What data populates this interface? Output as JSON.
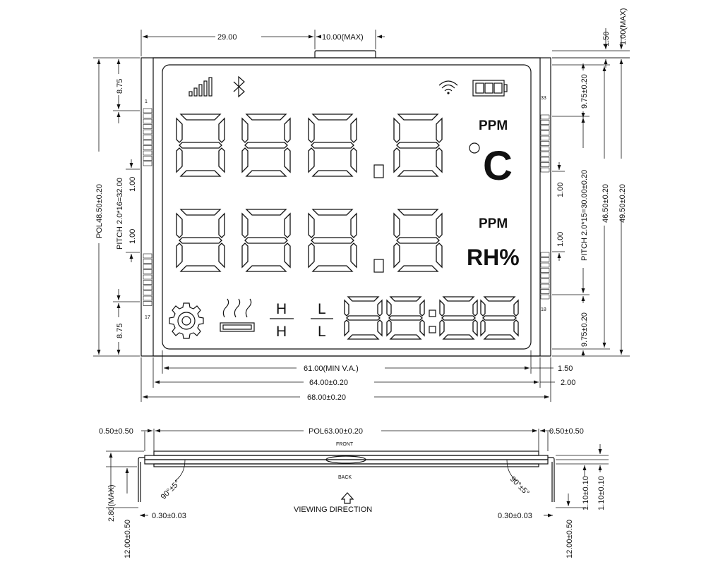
{
  "front_view": {
    "dims_top": {
      "width_29": "29.00",
      "tab_max": "10.00(MAX)"
    },
    "dims_right_top": {
      "d150": "1.50",
      "d100max": "1.00(MAX)"
    },
    "dims_left": {
      "top_875": "8.75",
      "pitch": "PITCH 2.0*16=32.00",
      "gap_a": "1.00",
      "gap_b": "1.00",
      "bottom_875": "8.75",
      "pol": "POL48.50±0.20"
    },
    "dims_right": {
      "top_975": "9.75±0.20",
      "pitch": "PITCH 2.0*15=30.00±0.20",
      "gap_a": "1.00",
      "gap_b": "1.00",
      "bottom_975": "9.75±0.20",
      "height_465": "46.50±0.20",
      "height_495": "49.50±0.20"
    },
    "dims_bottom": {
      "va": "61.00(MIN V.A.)",
      "w64": "64.00±0.20",
      "w68": "68.00±0.20",
      "r150": "1.50",
      "r200": "2.00"
    },
    "pin_labels": {
      "p1": "1",
      "p17": "17",
      "p33": "33",
      "p18": "18"
    },
    "icons": [
      "signal-bars",
      "bluetooth",
      "wifi",
      "battery",
      "gear",
      "heater"
    ],
    "labels": {
      "ppm_top": "PPM",
      "celsius": "C",
      "ppm_mid": "PPM",
      "rh": "RH%",
      "hh": [
        "H",
        "H"
      ],
      "ll": [
        "L",
        "L"
      ]
    }
  },
  "side_view": {
    "pol": "POL63.00±0.20",
    "left_margin": "0.50±0.50",
    "right_margin": "0.50±0.50",
    "front": "FRONT",
    "back": "BACK",
    "angle_left": "90°±5°",
    "angle_right": "90°±5°",
    "thickness_max": "2.80(MAX)",
    "pin_left": "0.30±0.03",
    "pin_right": "0.30±0.03",
    "pin_len_left": "12.00±0.50",
    "pin_len_right": "12.00±0.50",
    "glass_a": "1.10±0.10",
    "glass_b": "1.10±0.10",
    "viewing": "VIEWING DIRECTION"
  }
}
